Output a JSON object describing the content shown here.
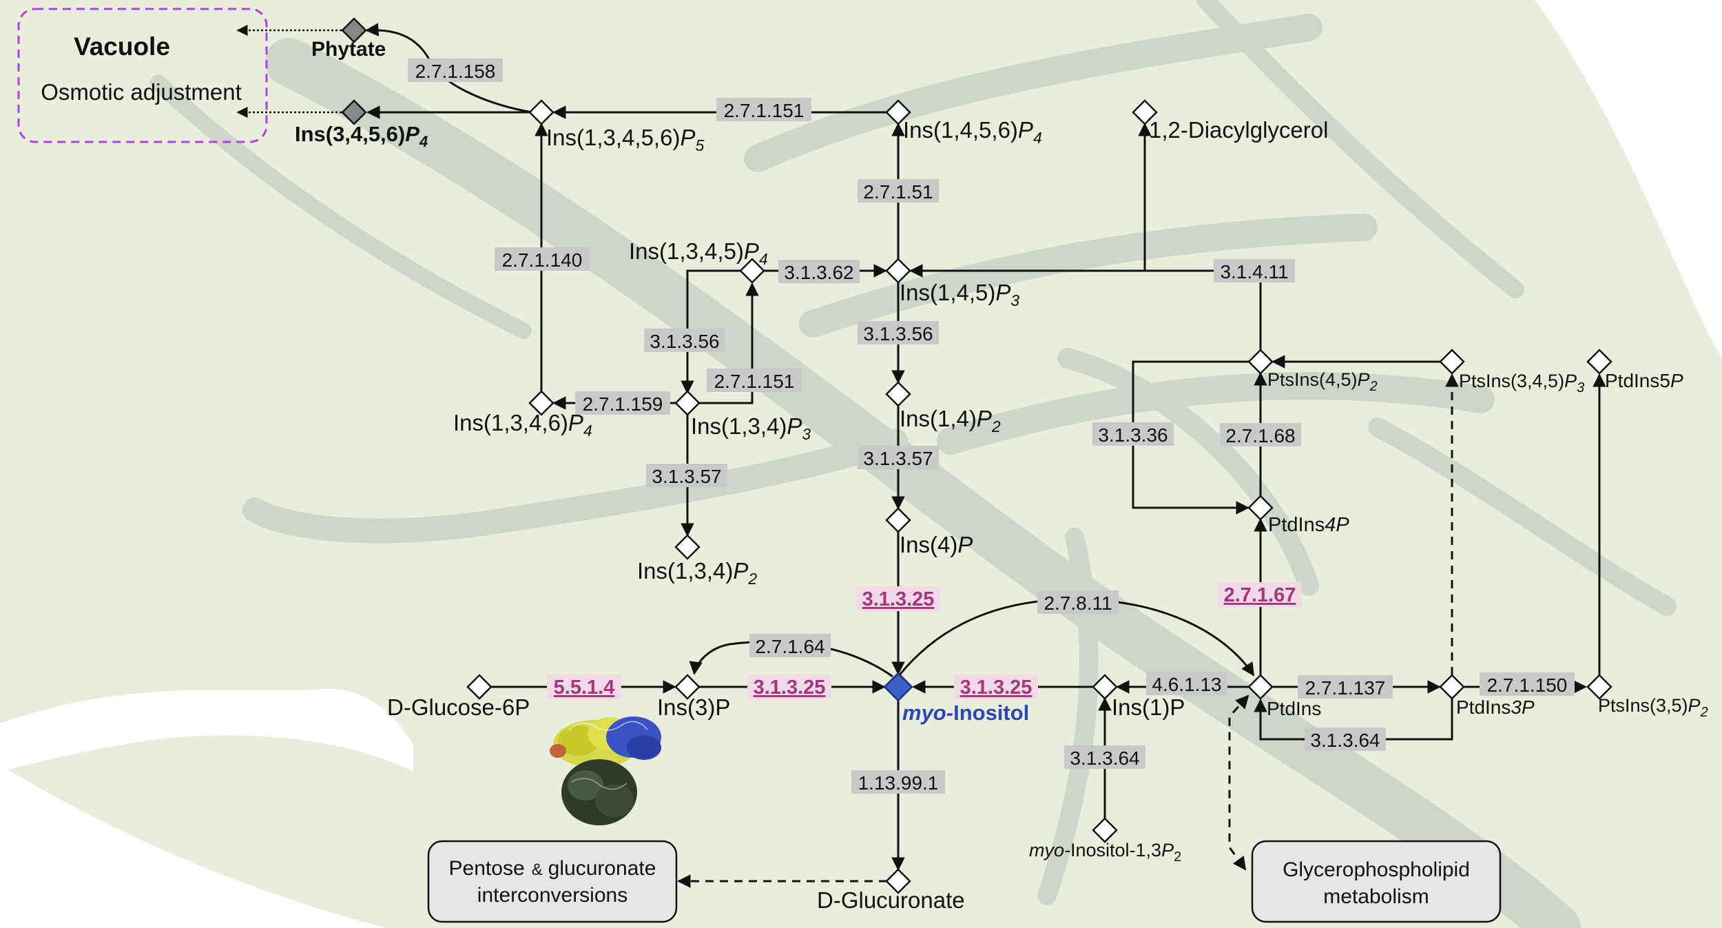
{
  "colors": {
    "leaf": "#e8eedb",
    "vein": "#cdd2c9",
    "enzyme_bg": "#c9c9c9",
    "highlight": "#a4367f",
    "highlight_bg": "#f2d9e6",
    "central_node": "#3f5fc8",
    "vacuole_border": "#b23ee6",
    "box_fill": "#e6e6e6"
  },
  "vacuole": {
    "title": "Vacuole",
    "subtitle": "Osmotic adjustment"
  },
  "metabolites": {
    "phytate": "Phytate",
    "ins3456p4": [
      "Ins(3,4,5,6)",
      "P",
      "4"
    ],
    "ins13456p5": [
      "Ins(1,3,4,5,6)",
      "P",
      "5"
    ],
    "ins1456p4": [
      "Ins(1,4,5,6)",
      "P",
      "4"
    ],
    "diacylglycerol": "1,2-Diacylglycerol",
    "ins1345p4": [
      "Ins(1,3,4,5)",
      "P",
      "4"
    ],
    "ins145p3": [
      "Ins(1,4,5)",
      "P",
      "3"
    ],
    "ins1346p4": [
      "Ins(1,3,4,6)",
      "P",
      "4"
    ],
    "ins134p3": [
      "Ins(1,3,4)",
      "P",
      "3"
    ],
    "ins134p2": [
      "Ins(1,3,4)",
      "P",
      "2"
    ],
    "ins14p2": [
      "Ins(1,4)",
      "P",
      "2"
    ],
    "ins4p": [
      "Ins(4)",
      "P"
    ],
    "glucose6p": "D-Glucose-6P",
    "ins3p": "Ins(3)P",
    "myo_inositol": [
      "myo-",
      "Inositol"
    ],
    "ins1p": "Ins(1)P",
    "myo_inositol_13p2": [
      "myo-",
      "Inositol-1,3",
      "P",
      "2"
    ],
    "glucuronate": "D-Glucuronate",
    "ptdins": "PtdIns",
    "ptdins4p": [
      "PtdIns",
      "4P"
    ],
    "ptdins45p2": [
      "PtsIns(4,5)",
      "P",
      "2"
    ],
    "ptdins345p3": [
      "PtsIns(3,4,5)",
      "P",
      "3"
    ],
    "ptdins5p": [
      "PtdIns5",
      "P"
    ],
    "ptdins3p": [
      "PtdIns",
      "3P"
    ],
    "ptdins35p2": [
      "PtsIns(3,5)",
      "P",
      "2"
    ]
  },
  "enzymes": {
    "e_2_7_1_158": "2.7.1.158",
    "e_2_7_1_151_top": "2.7.1.151",
    "e_2_7_1_51": "2.7.1.51",
    "e_2_7_1_140": "2.7.1.140",
    "e_3_1_3_62": "3.1.3.62",
    "e_3_1_4_11": "3.1.4.11",
    "e_3_1_3_56_left": "3.1.3.56",
    "e_2_7_1_151_mid": "2.7.1.151",
    "e_2_7_1_159": "2.7.1.159",
    "e_3_1_3_57_left": "3.1.3.57",
    "e_3_1_3_56_mid": "3.1.3.56",
    "e_3_1_3_57_mid": "3.1.3.57",
    "e_3_1_3_25_top": "3.1.3.25",
    "e_2_7_8_11": "2.7.8.11",
    "e_2_7_1_67": "2.7.1.67",
    "e_2_7_1_64": "2.7.1.64",
    "e_5_5_1_4": "5.5.1.4",
    "e_3_1_3_25_left": "3.1.3.25",
    "e_3_1_3_25_right": "3.1.3.25",
    "e_4_6_1_13": "4.6.1.13",
    "e_3_1_3_64_left": "3.1.3.64",
    "e_1_13_99_1": "1.13.99.1",
    "e_2_7_1_137": "2.7.1.137",
    "e_3_1_3_64_right": "3.1.3.64",
    "e_2_7_1_150": "2.7.1.150",
    "e_3_1_3_36": "3.1.3.36",
    "e_2_7_1_68": "2.7.1.68"
  },
  "boxes": {
    "pentose": [
      "Pentose",
      "&",
      "glucuronate",
      "interconversions"
    ],
    "glycero": [
      "Glycerophospholipid",
      "metabolism"
    ]
  },
  "icons": {
    "protein": "protein-structure-icon"
  }
}
